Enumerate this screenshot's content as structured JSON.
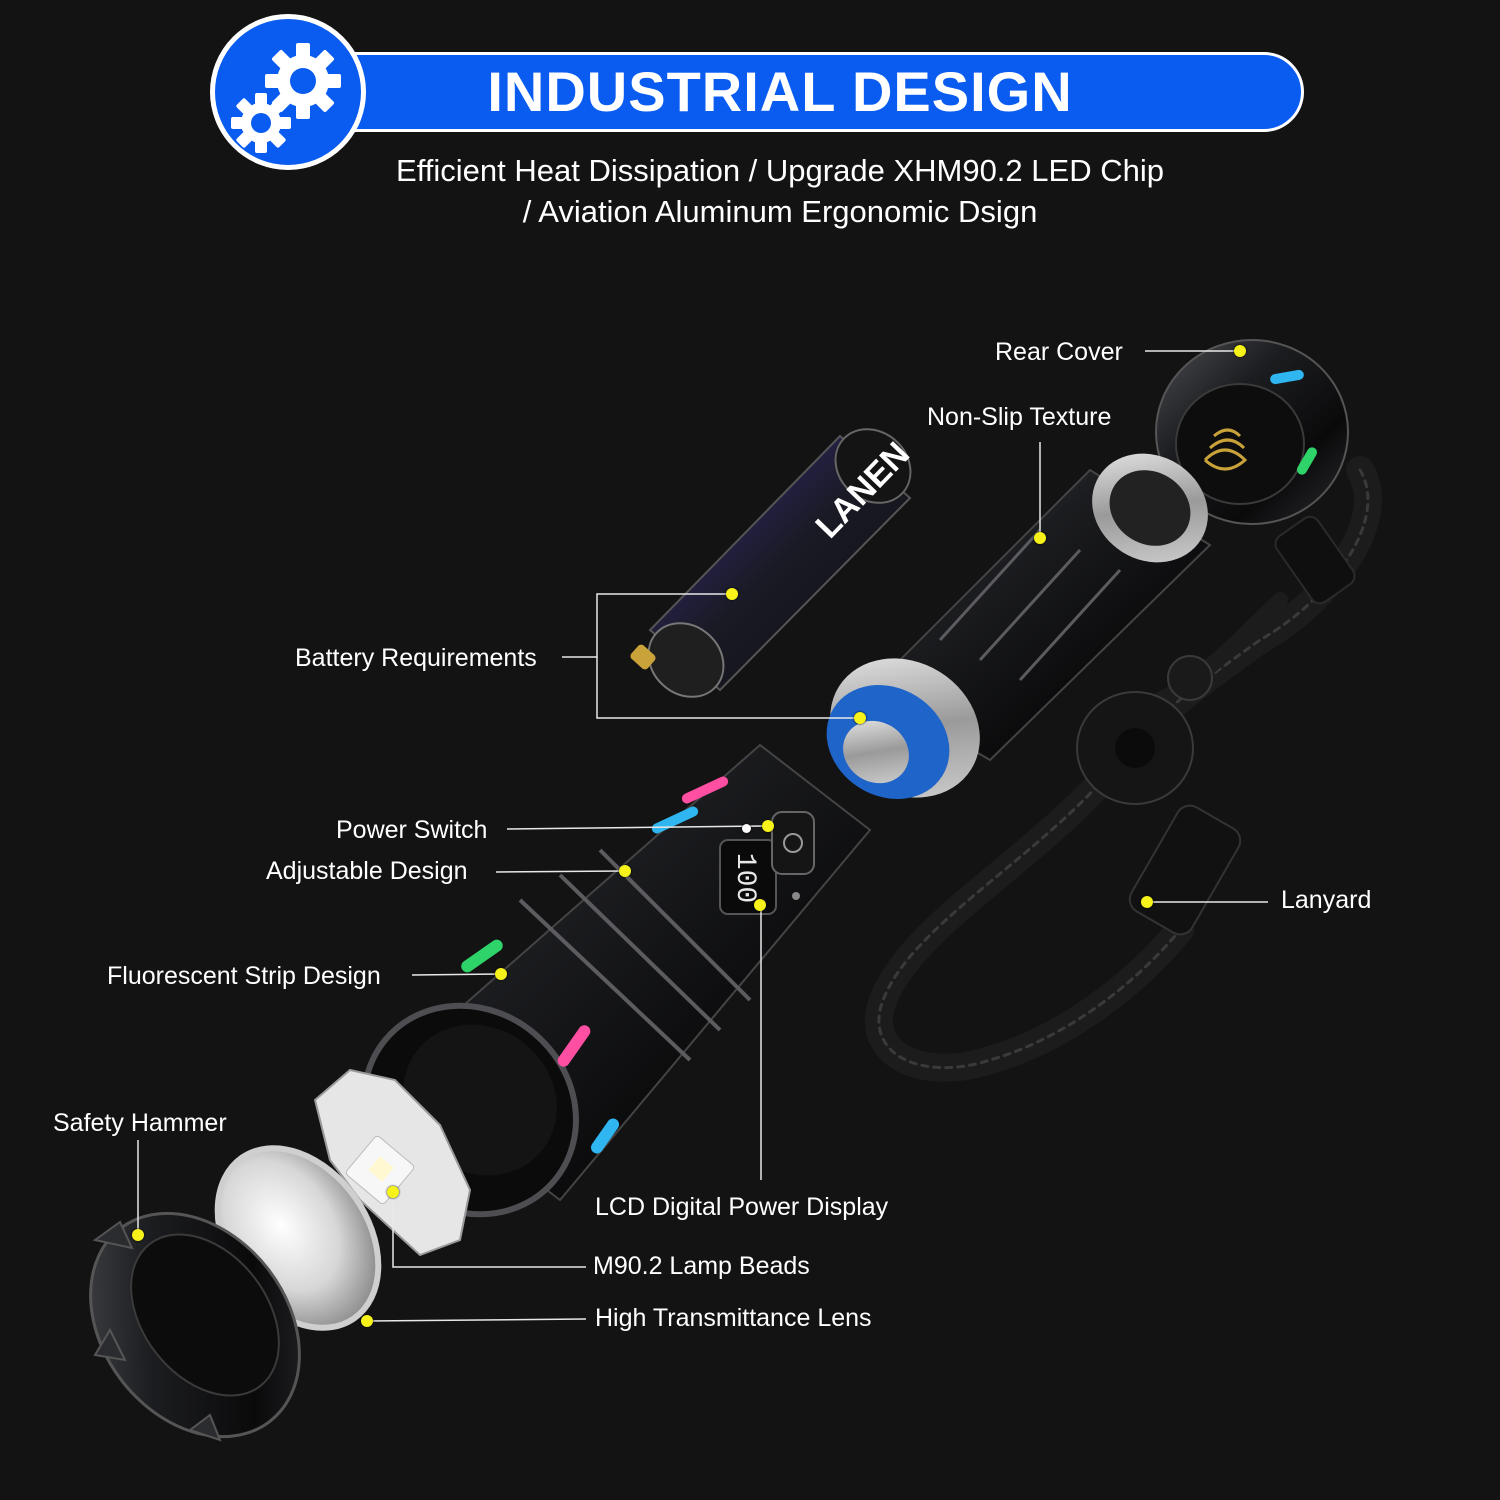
{
  "header": {
    "title": "INDUSTRIAL DESIGN",
    "subtitle_line1": "Efficient Heat Dissipation / Upgrade XHM90.2 LED Chip",
    "subtitle_line2": "/ Aviation Aluminum Ergonomic Dsign"
  },
  "product": {
    "battery_brand": "LANEN",
    "display_reading": "100"
  },
  "labels": {
    "rear_cover": "Rear Cover",
    "non_slip_texture": "Non-Slip Texture",
    "battery_requirements": "Battery Requirements",
    "power_switch": "Power Switch",
    "adjustable_design": "Adjustable Design",
    "fluorescent_strip": "Fluorescent Strip Design",
    "lanyard": "Lanyard",
    "safety_hammer": "Safety Hammer",
    "lcd_display": "LCD Digital Power Display",
    "lamp_beads": "M90.2 Lamp Beads",
    "lens": "High Transmittance Lens"
  },
  "colors": {
    "banner_blue": "#0a5cf0",
    "marker_yellow": "#f6f21a",
    "background": "#131313",
    "connector_blue": "#1f64c8",
    "strip_green": "#2ed36a",
    "strip_pink": "#ff4fa3",
    "strip_cyan": "#2fb6f0"
  },
  "icons": {
    "badge": "gears-icon"
  }
}
